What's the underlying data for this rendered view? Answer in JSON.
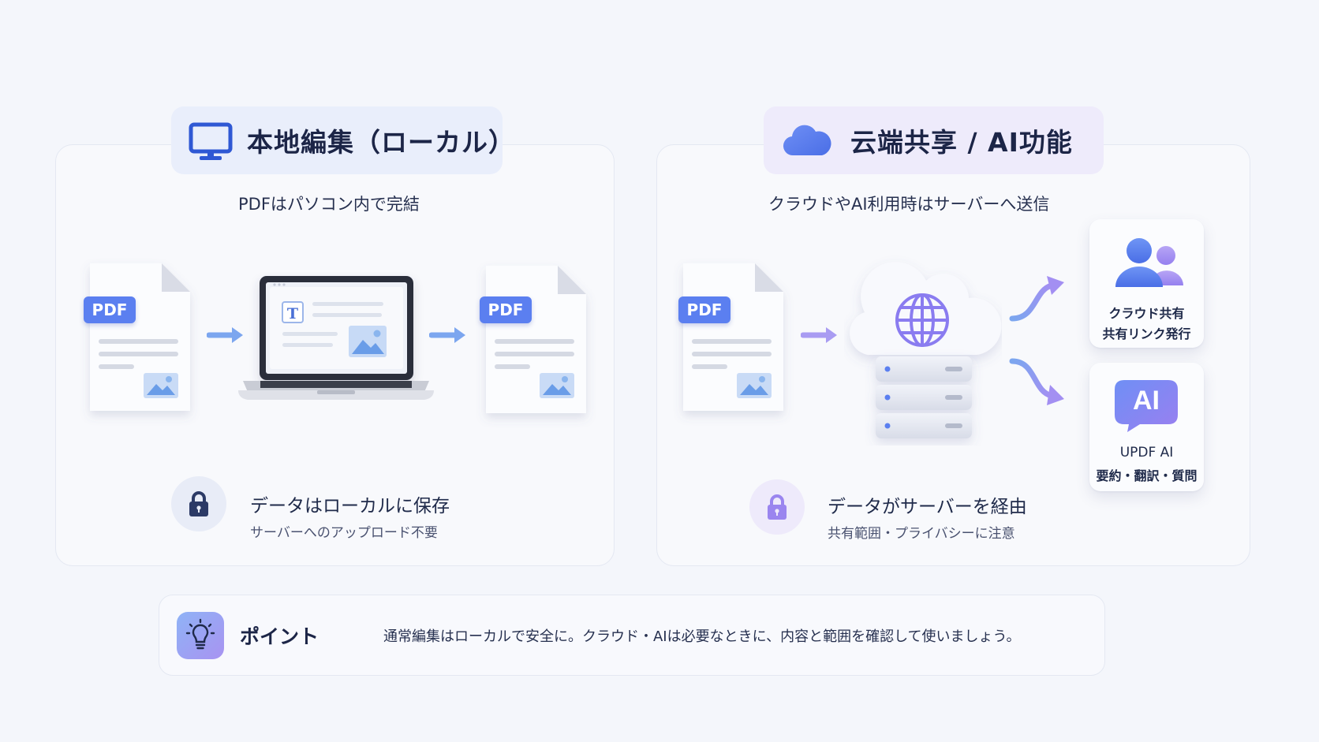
{
  "left": {
    "title": "本地編集（ローカル）",
    "subtitle": "PDFはパソコン内で完結",
    "doc_label": "PDF",
    "lock_title": "データはローカルに保存",
    "lock_sub": "サーバーへのアップロード不要",
    "icon": "monitor-icon"
  },
  "right": {
    "title": "云端共享 / AI功能",
    "subtitle": "クラウドやAI利用時はサーバーへ送信",
    "doc_label": "PDF",
    "share_card": {
      "line1": "クラウド共有",
      "line2": "共有リンク発行",
      "icon": "users-icon"
    },
    "ai_card": {
      "badge": "AI",
      "line1": "UPDF AI",
      "line2": "要約・翻訳・質問"
    },
    "lock_title": "データがサーバーを経由",
    "lock_sub": "共有範囲・プライバシーに注意",
    "icon": "cloud-icon"
  },
  "point": {
    "label": "ポイント",
    "text": "通常編集はローカルで安全に。クラウド・AIは必要なときに、内容と範囲を確認して使いましょう。",
    "icon": "lightbulb-icon"
  },
  "colors": {
    "blue_accent": "#5b7ff0",
    "purple_accent": "#8a7cf0",
    "background": "#f4f6fb"
  }
}
